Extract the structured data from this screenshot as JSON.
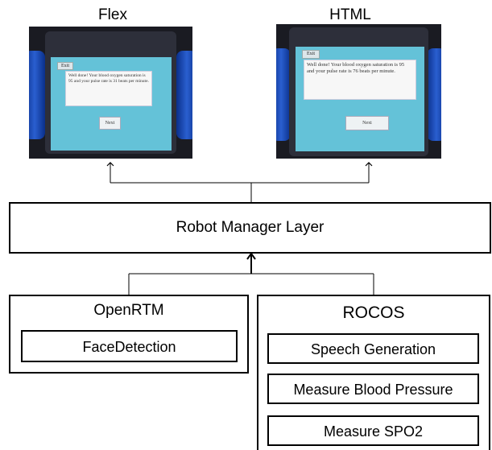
{
  "flex": {
    "label": "Flex",
    "exit": "Exit",
    "message": "Well done! Your blood oxygen saturation is 95 and your pulse rate is 31 beats per minute.",
    "next": "Next"
  },
  "html": {
    "label": "HTML",
    "exit": "Exit",
    "message": "Well done! Your blood oxygen saturation is 95 and your pulse rate is 76 beats per minute.",
    "next": "Next"
  },
  "robot_manager": {
    "label": "Robot Manager Layer"
  },
  "openrtm": {
    "title": "OpenRTM",
    "modules": [
      "FaceDetection"
    ]
  },
  "rocos": {
    "title": "ROCOS",
    "modules": [
      "Speech Generation",
      "Measure Blood Pressure",
      "Measure SPO2"
    ]
  },
  "colors": {
    "screen": "#64c2d8",
    "robot_body": "#1f4fc0",
    "line": "#000000"
  }
}
